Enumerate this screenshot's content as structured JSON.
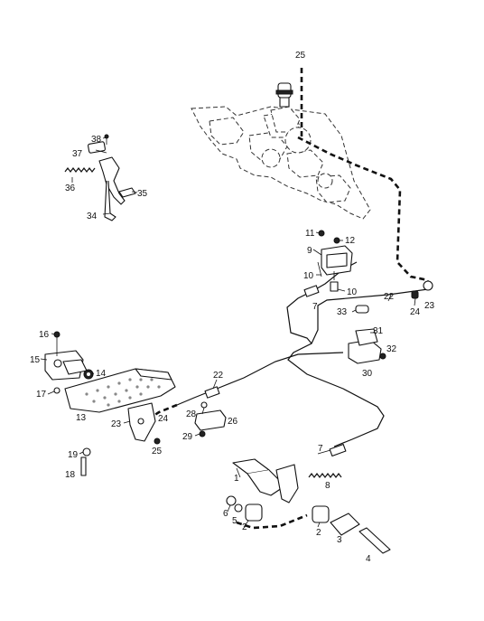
{
  "callouts": [
    {
      "id": "c25a",
      "text": "25"
    },
    {
      "id": "c38",
      "text": "38"
    },
    {
      "id": "c37",
      "text": "37"
    },
    {
      "id": "c36",
      "text": "36"
    },
    {
      "id": "c35",
      "text": "35"
    },
    {
      "id": "c34",
      "text": "34"
    },
    {
      "id": "c11",
      "text": "11"
    },
    {
      "id": "c12",
      "text": "12"
    },
    {
      "id": "c9",
      "text": "9"
    },
    {
      "id": "c10a",
      "text": "10"
    },
    {
      "id": "c10b",
      "text": "10"
    },
    {
      "id": "c7a",
      "text": "7"
    },
    {
      "id": "c22a",
      "text": "22"
    },
    {
      "id": "c24a",
      "text": "24"
    },
    {
      "id": "c23a",
      "text": "23"
    },
    {
      "id": "c33",
      "text": "33"
    },
    {
      "id": "c31",
      "text": "31"
    },
    {
      "id": "c32",
      "text": "32"
    },
    {
      "id": "c30",
      "text": "30"
    },
    {
      "id": "c16",
      "text": "16"
    },
    {
      "id": "c15",
      "text": "15"
    },
    {
      "id": "c14",
      "text": "14"
    },
    {
      "id": "c17",
      "text": "17"
    },
    {
      "id": "c13",
      "text": "13"
    },
    {
      "id": "c22b",
      "text": "22"
    },
    {
      "id": "c24b",
      "text": "24"
    },
    {
      "id": "c23b",
      "text": "23"
    },
    {
      "id": "c28",
      "text": "28"
    },
    {
      "id": "c26",
      "text": "26"
    },
    {
      "id": "c29",
      "text": "29"
    },
    {
      "id": "c25b",
      "text": "25"
    },
    {
      "id": "c19",
      "text": "19"
    },
    {
      "id": "c18",
      "text": "18"
    },
    {
      "id": "c7b",
      "text": "7"
    },
    {
      "id": "c1",
      "text": "1"
    },
    {
      "id": "c8",
      "text": "8"
    },
    {
      "id": "c6",
      "text": "6"
    },
    {
      "id": "c5",
      "text": "5"
    },
    {
      "id": "c2a",
      "text": "2"
    },
    {
      "id": "c2b",
      "text": "2"
    },
    {
      "id": "c3",
      "text": "3"
    },
    {
      "id": "c4",
      "text": "4"
    }
  ]
}
